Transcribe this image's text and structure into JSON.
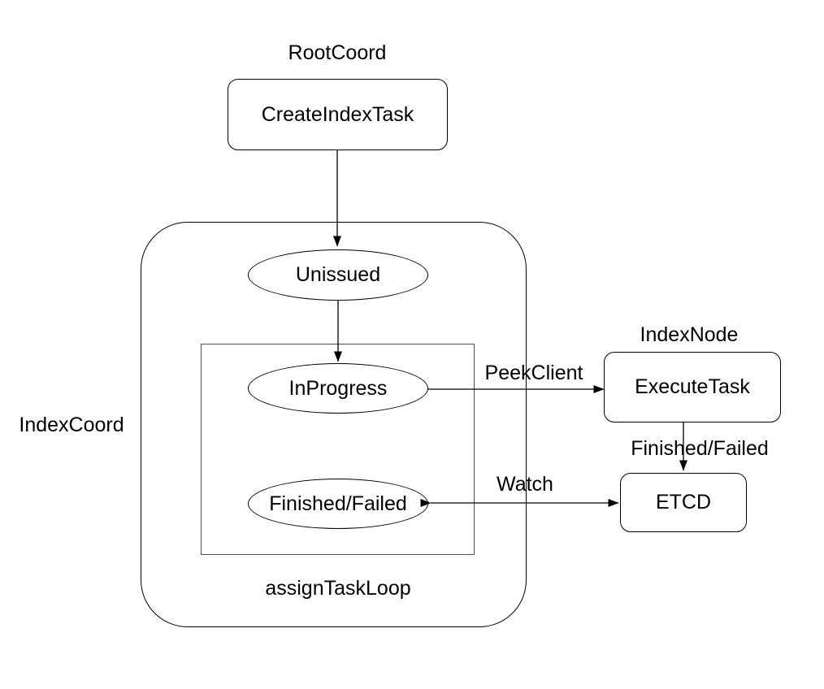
{
  "colors": {
    "stroke": "#000000",
    "text": "#000000",
    "background": "#ffffff"
  },
  "groups": {
    "root_coord": {
      "label": "RootCoord"
    },
    "index_coord": {
      "label": "IndexCoord"
    },
    "assign_task_loop": {
      "label": "assignTaskLoop"
    },
    "index_node": {
      "label": "IndexNode"
    }
  },
  "nodes": {
    "create_index_task": {
      "label": "CreateIndexTask",
      "shape": "rounded-rectangle"
    },
    "unissued": {
      "label": "Unissued",
      "shape": "ellipse"
    },
    "in_progress": {
      "label": "InProgress",
      "shape": "ellipse"
    },
    "finished_failed": {
      "label": "Finished/Failed",
      "shape": "ellipse"
    },
    "execute_task": {
      "label": "ExecuteTask",
      "shape": "rounded-rectangle"
    },
    "etcd": {
      "label": "ETCD",
      "shape": "rounded-rectangle"
    }
  },
  "edges": [
    {
      "id": "create-to-unissued",
      "from": "CreateIndexTask",
      "to": "Unissued",
      "label": "",
      "bidirectional": false
    },
    {
      "id": "unissued-to-inprogress",
      "from": "Unissued",
      "to": "InProgress",
      "label": "",
      "bidirectional": false
    },
    {
      "id": "inprogress-to-executetask",
      "from": "InProgress",
      "to": "ExecuteTask",
      "label": "PeekClient",
      "bidirectional": false
    },
    {
      "id": "executetask-to-etcd",
      "from": "ExecuteTask",
      "to": "ETCD",
      "label": "Finished/Failed",
      "bidirectional": false
    },
    {
      "id": "etcd-watch-finishedfailed",
      "from": "ETCD",
      "to": "Finished/Failed",
      "label": "Watch",
      "bidirectional": true
    }
  ]
}
